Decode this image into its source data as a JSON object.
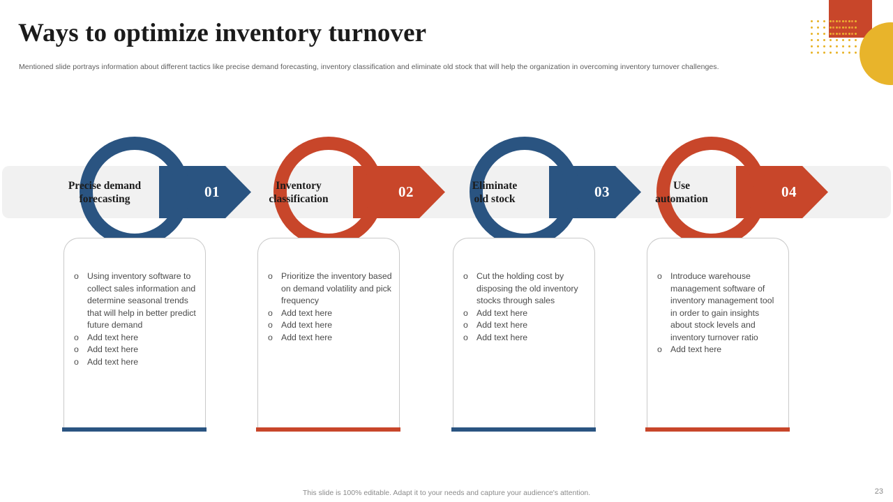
{
  "slide": {
    "title": "Ways to optimize inventory turnover",
    "subtitle": "Mentioned slide portrays information about different tactics  like precise demand forecasting, inventory classification and eliminate old stock that will help the organization in overcoming inventory turnover challenges.",
    "footer_note": "This slide is 100% editable. Adapt it to your needs and capture your audience's attention.",
    "page_number": "23"
  },
  "colors": {
    "blue": "#2A5481",
    "orange": "#C8462A",
    "yellow": "#E8B42B",
    "band": "#F1F1F1",
    "body_text": "#4a4a4a"
  },
  "bullet_glyph": "o",
  "stages": [
    {
      "number": "01",
      "label_line1": "Precise demand",
      "label_line2": "forecasting",
      "color": "#2A5481",
      "bullets": [
        "Using inventory software to collect sales information and determine seasonal trends that will help in better predict future demand",
        "Add text here",
        "Add text here",
        "Add text here"
      ]
    },
    {
      "number": "02",
      "label_line1": "Inventory",
      "label_line2": "classification",
      "color": "#C8462A",
      "bullets": [
        "Prioritize the inventory based on demand volatility and pick frequency",
        "Add text here",
        "Add text here",
        "Add text here"
      ]
    },
    {
      "number": "03",
      "label_line1": "Eliminate",
      "label_line2": "old stock",
      "color": "#2A5481",
      "bullets": [
        "Cut the holding cost by disposing the old inventory stocks through sales",
        "Add text here",
        "Add text here",
        "Add text here"
      ]
    },
    {
      "number": "04",
      "label_line1": "Use",
      "label_line2": "automation",
      "color": "#C8462A",
      "bullets": [
        "Introduce warehouse management software of inventory management tool in order to gain insights about stock levels and inventory turnover ratio",
        "Add text here"
      ]
    }
  ]
}
